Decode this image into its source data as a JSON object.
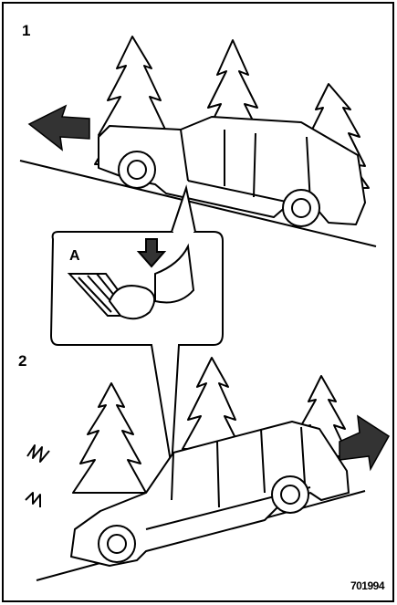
{
  "labels": {
    "step_1": "1",
    "step_2": "2",
    "callout": "A",
    "figure_code": "701994"
  },
  "icons": {
    "arrow_1": "arrow-left-icon",
    "arrow_2": "arrow-right-icon",
    "pedal": "foot-pedal-icon"
  },
  "colors": {
    "line": "#000000",
    "arrow_fill": "#333333",
    "background": "#ffffff"
  }
}
